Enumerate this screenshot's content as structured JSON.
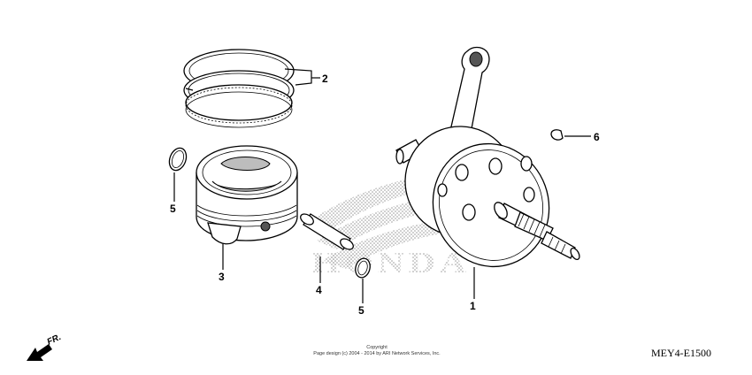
{
  "callouts": {
    "c1": "1",
    "c2": "2",
    "c3": "3",
    "c4": "4",
    "c5a": "5",
    "c5b": "5",
    "c6": "6"
  },
  "watermark": {
    "brand": "HONDA"
  },
  "footer": {
    "copyright_line1": "Copyright",
    "copyright_line2": "Page design (c) 2004 - 2014 by ARI Network Services, Inc.",
    "diagram_code": "MEY4-E1500",
    "direction_label": "FR."
  }
}
